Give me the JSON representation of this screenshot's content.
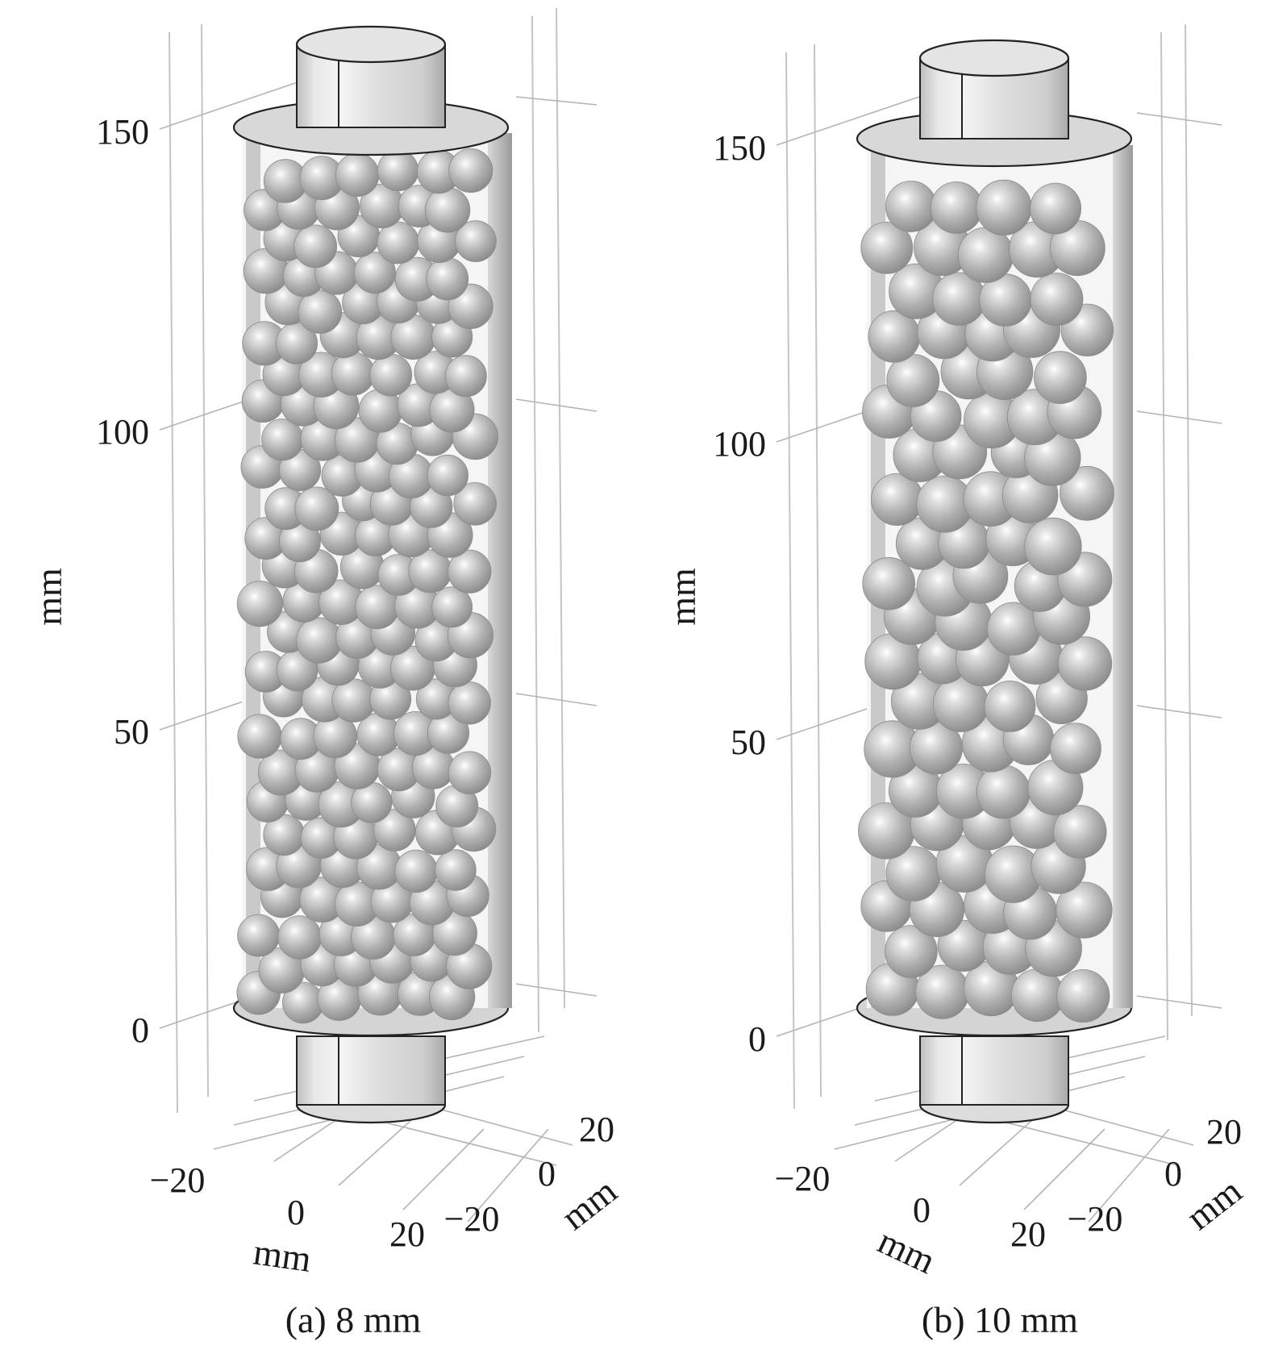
{
  "panels": [
    {
      "caption": "(a) 8 mm",
      "z_axis": {
        "label": "mm",
        "ticks": [
          "0",
          "50",
          "100",
          "150"
        ]
      },
      "x_axis": {
        "label": "mm",
        "ticks": [
          "−20",
          "0",
          "20"
        ]
      },
      "y_axis": {
        "label": "mm",
        "ticks": [
          "−20",
          "0",
          "20"
        ]
      },
      "particle_diameter_mm": 8
    },
    {
      "caption": "(b) 10 mm",
      "z_axis": {
        "label": "mm",
        "ticks": [
          "0",
          "50",
          "100",
          "150"
        ]
      },
      "x_axis": {
        "label": "mm",
        "ticks": [
          "−20",
          "0",
          "20"
        ]
      },
      "y_axis": {
        "label": "mm",
        "ticks": [
          "−20",
          "0",
          "20"
        ]
      },
      "particle_diameter_mm": 10
    }
  ],
  "colors": {
    "background": "#ffffff",
    "cylinder": "#d6d6d6",
    "sphere": "#a8a8a8",
    "grid": "#b4b4b4"
  }
}
